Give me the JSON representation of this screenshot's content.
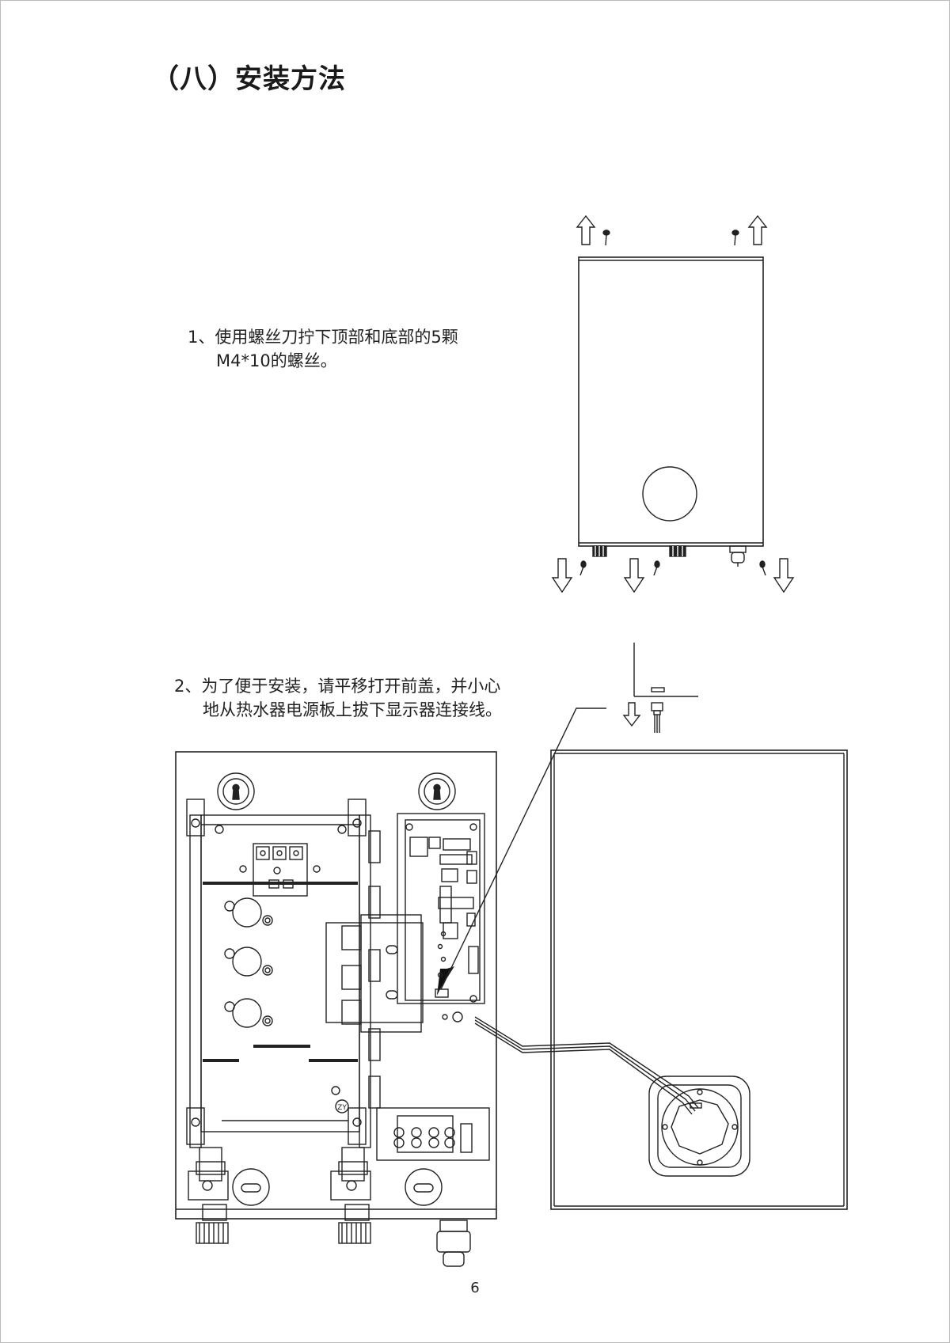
{
  "page": {
    "section_title": "（八）安装方法",
    "page_number": "6"
  },
  "steps": [
    {
      "line1": "1、使用螺丝刀拧下顶部和底部的5颗",
      "line2": "M4*10的螺丝。"
    },
    {
      "line1": "2、为了便于安装，请平移打开前盖，并小心",
      "line2": "地从热水器电源板上拔下显示器连接线。"
    }
  ],
  "figure_labels": {
    "plate_mark": "ZY"
  }
}
